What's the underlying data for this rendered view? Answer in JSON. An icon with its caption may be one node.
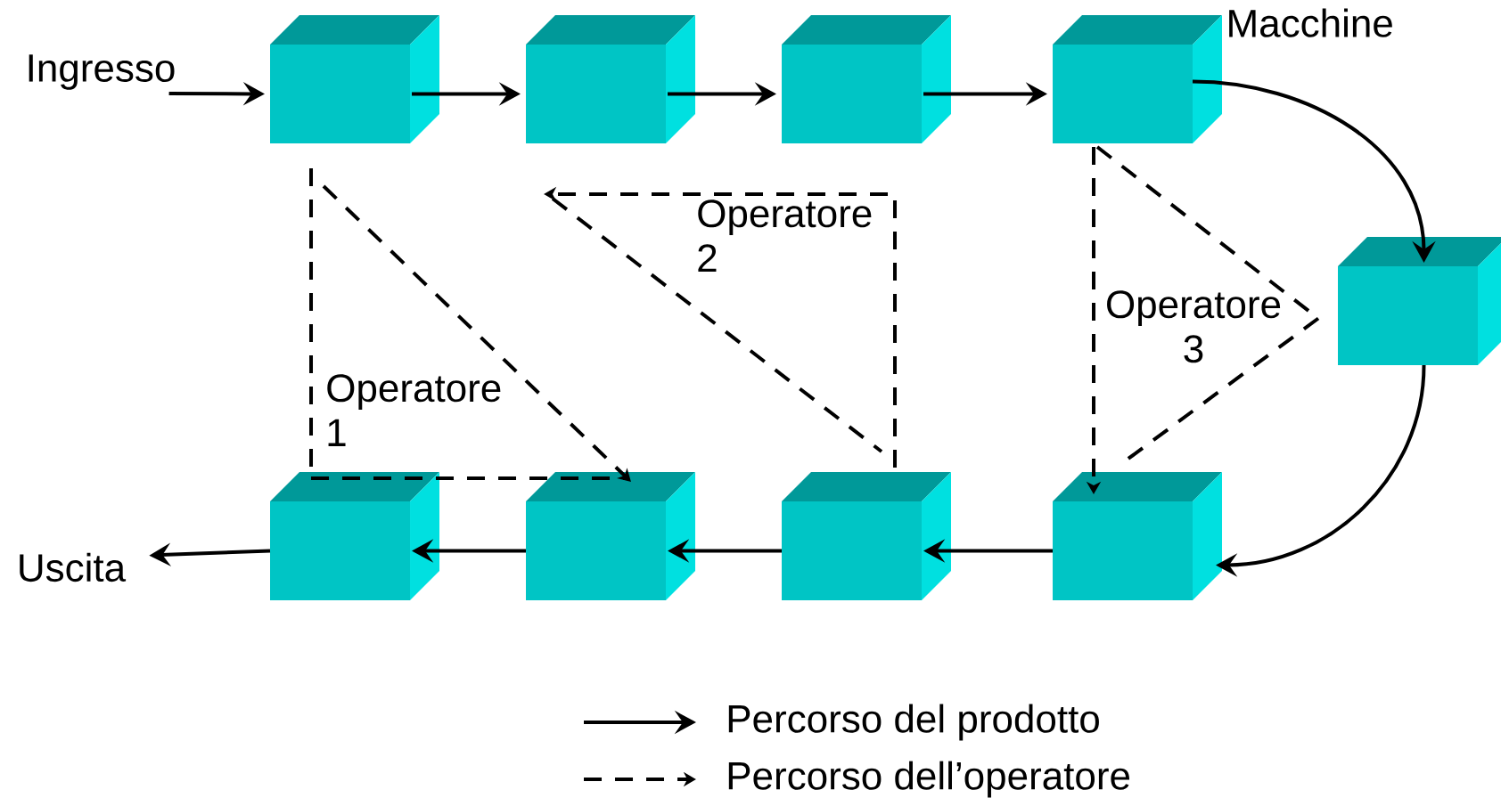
{
  "diagram": {
    "nodes": [
      {
        "text": [
          "Ingresso"
        ]
      },
      {
        "text": [],
        "shape": "cube"
      },
      {
        "text": [],
        "shape": "cube"
      },
      {
        "text": [],
        "shape": "cube"
      },
      {
        "text": [],
        "shape": "cube"
      },
      {
        "text": [],
        "shape": "cube"
      },
      {
        "text": [],
        "shape": "cube"
      },
      {
        "text": [],
        "shape": "cube"
      },
      {
        "text": [],
        "shape": "cube"
      },
      {
        "text": [],
        "shape": "cube"
      },
      {
        "text": [
          "Uscita"
        ]
      }
    ],
    "edges": [
      {
        "from": 0,
        "to": 1,
        "arrow": "to"
      },
      {
        "from": 1,
        "to": 2,
        "arrow": "to"
      },
      {
        "from": 2,
        "to": 3,
        "arrow": "to"
      },
      {
        "from": 3,
        "to": 4,
        "arrow": "to"
      },
      {
        "from": 4,
        "to": 5,
        "arrow": "to"
      },
      {
        "from": 5,
        "to": 9,
        "arrow": "to"
      },
      {
        "from": 9,
        "to": 8,
        "arrow": "to"
      },
      {
        "from": 8,
        "to": 7,
        "arrow": "to"
      },
      {
        "from": 7,
        "to": 6,
        "arrow": "to"
      },
      {
        "from": 6,
        "to": 10,
        "arrow": "to"
      },
      {
        "from": 1,
        "to": 6,
        "arrow": "none",
        "style": "dashed"
      },
      {
        "from": 6,
        "to": 7,
        "arrow": "none",
        "style": "dashed"
      },
      {
        "from": 1,
        "to": 7,
        "arrow": "to",
        "style": "dashed"
      },
      {
        "from": 8,
        "to": 2,
        "arrow": "to",
        "style": "dashed"
      },
      {
        "from": 2,
        "to": 8,
        "arrow": "none",
        "style": "dashed"
      },
      {
        "from": 4,
        "to": 9,
        "arrow": "to",
        "style": "dashed"
      },
      {
        "from": 4,
        "to": 5,
        "arrow": "none",
        "style": "dashed"
      },
      {
        "from": 5,
        "to": 9,
        "arrow": "none",
        "style": "dashed"
      }
    ],
    "labels": [
      "Macchine",
      "Operatore 1",
      "Operatore 2",
      "Operatore 3"
    ],
    "legend": [
      {
        "text": "Percorso del prodotto"
      },
      {
        "text": "Percorso dell’operatore"
      }
    ]
  }
}
